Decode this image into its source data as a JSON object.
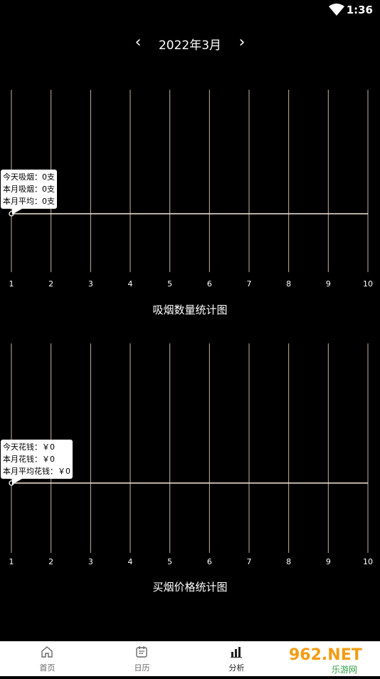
{
  "status": {
    "time": "1:36",
    "wifi_icon": "wifi-icon"
  },
  "nav": {
    "month": "2022年3月",
    "prev_icon": "chevron-left-icon",
    "next_icon": "chevron-right-icon"
  },
  "charts": [
    {
      "title": "吸烟数量统计图",
      "tooltip_lines": [
        "今天吸烟：0支",
        "本月吸烟：0支",
        "本月平均：0支"
      ]
    },
    {
      "title": "买烟价格统计图",
      "tooltip_lines": [
        "今天花钱：￥0",
        "本月花钱：￥0",
        "本月平均花钱：￥0"
      ]
    }
  ],
  "chart_data": [
    {
      "type": "line",
      "x": [
        1,
        2,
        3,
        4,
        5,
        6,
        7,
        8,
        9,
        10
      ],
      "series": [
        {
          "values": [
            0,
            0,
            0,
            0,
            0,
            0,
            0,
            0,
            0,
            0
          ]
        }
      ],
      "title": "吸烟数量统计图",
      "xlim": [
        1,
        10
      ],
      "grid": "vertical",
      "line_color": "#f5e6d8",
      "grid_color": "#c8b4a0"
    },
    {
      "type": "line",
      "x": [
        1,
        2,
        3,
        4,
        5,
        6,
        7,
        8,
        9,
        10
      ],
      "series": [
        {
          "values": [
            0,
            0,
            0,
            0,
            0,
            0,
            0,
            0,
            0,
            0
          ]
        }
      ],
      "title": "买烟价格统计图",
      "xlim": [
        1,
        10
      ],
      "grid": "vertical",
      "line_color": "#f5e6d8",
      "grid_color": "#c8b4a0"
    }
  ],
  "tabs": [
    {
      "label": "首页",
      "icon": "home-icon"
    },
    {
      "label": "日历",
      "icon": "calendar-icon"
    },
    {
      "label": "分析",
      "icon": "bar-chart-icon",
      "active": true
    }
  ],
  "watermark": {
    "text": "962.NET",
    "subtext": "乐游网"
  }
}
